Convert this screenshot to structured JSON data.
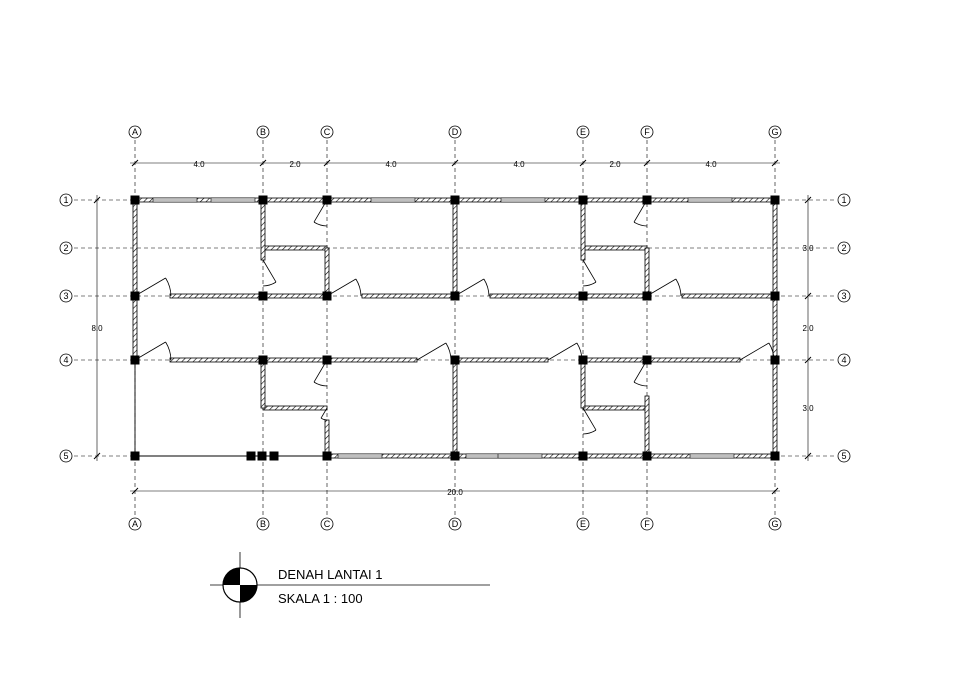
{
  "grid_columns": [
    "A",
    "B",
    "C",
    "D",
    "E",
    "F",
    "G"
  ],
  "grid_rows": [
    "1",
    "2",
    "3",
    "4",
    "5"
  ],
  "column_spacing": [
    "4.0",
    "2.0",
    "4.0",
    "4.0",
    "2.0",
    "4.0"
  ],
  "total_width": "20.0",
  "total_height_left": "8.0",
  "right_dims": [
    "3.0",
    "2.0",
    "3.0"
  ],
  "title": {
    "name": "DENAH LANTAI 1",
    "scale": "SKALA 1 : 100"
  }
}
